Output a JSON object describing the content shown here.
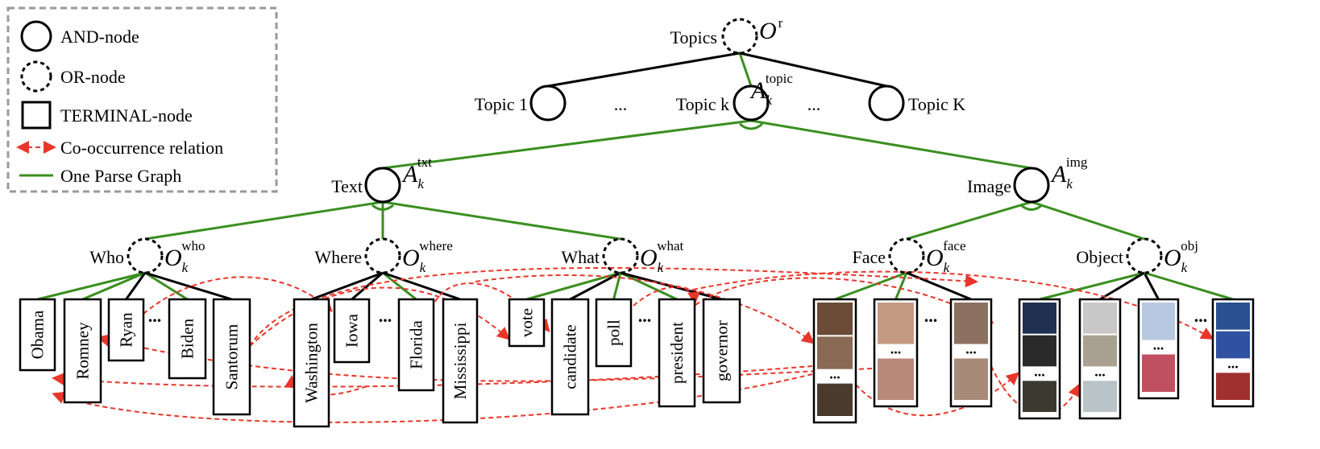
{
  "legend": {
    "and_node": "AND-node",
    "or_node": "OR-node",
    "terminal_node": "TERMINAL-node",
    "cooccurrence": "Co-occurrence relation",
    "parse_graph": "One Parse Graph"
  },
  "colors": {
    "parse_graph": "#3a8f20",
    "cooccurrence": "#e8372a",
    "structure": "#000000",
    "legend_border": "#999999"
  },
  "root": {
    "label": "Topics",
    "symbol": "O",
    "sup": "r"
  },
  "topics": {
    "topic1": "Topic 1",
    "topick": "Topic k",
    "topicK": "Topic K",
    "ellipsis": "...",
    "symbol": "A",
    "sub": "k",
    "sup": "topic"
  },
  "text_node": {
    "label": "Text",
    "symbol": "A",
    "sub": "k",
    "sup": "txt"
  },
  "image_node": {
    "label": "Image",
    "symbol": "A",
    "sub": "k",
    "sup": "img"
  },
  "or_nodes": [
    {
      "label": "Who",
      "symbol": "O",
      "sub": "k",
      "sup": "who"
    },
    {
      "label": "Where",
      "symbol": "O",
      "sub": "k",
      "sup": "where"
    },
    {
      "label": "What",
      "symbol": "O",
      "sub": "k",
      "sup": "what"
    },
    {
      "label": "Face",
      "symbol": "O",
      "sub": "k",
      "sup": "face"
    },
    {
      "label": "Object",
      "symbol": "O",
      "sub": "k",
      "sup": "obj"
    }
  ],
  "terminals": [
    "Obama",
    "Romney",
    "Ryan",
    "Biden",
    "Santorum",
    "Washington",
    "Iowa",
    "Florida",
    "Mississippi",
    "vote",
    "candidate",
    "poll",
    "president",
    "governor"
  ],
  "image_terminals": [
    "face-obama",
    "face-romney",
    "face-bush",
    "object-suit",
    "object-building",
    "object-flag",
    "object-map"
  ],
  "ellipsis": "..."
}
